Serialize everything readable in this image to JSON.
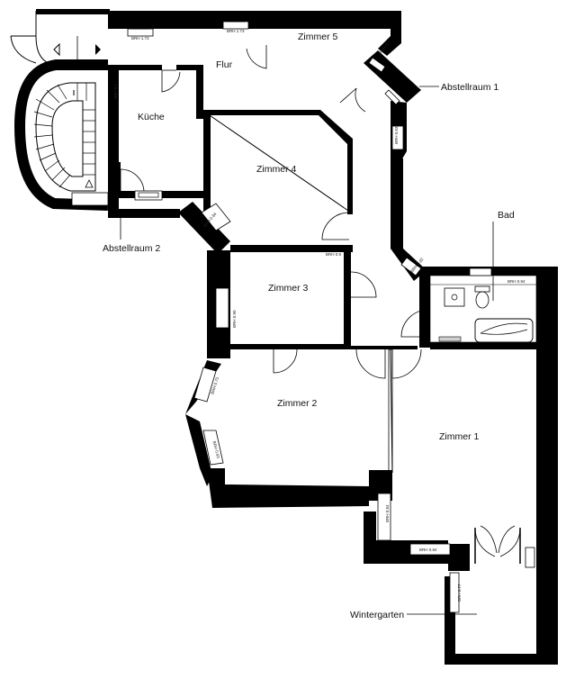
{
  "rooms": {
    "flur": "Flur",
    "zimmer5": "Zimmer 5",
    "kueche": "Küche",
    "zimmer4": "Zimmer 4",
    "zimmer3": "Zimmer 3",
    "zimmer2": "Zimmer 2",
    "zimmer1": "Zimmer 1",
    "bad": "Bad",
    "abstellraum1": "Abstellraum 1",
    "abstellraum2": "Abstellraum 2",
    "wintergarten": "Wintergarten"
  },
  "window_notes": {
    "n1": "BRH 1.73",
    "n2": "BRH 1.73",
    "n3": "BRH 0.63",
    "n4": "BRH 0.94",
    "n5": "BRH 0.92",
    "n6": "BRH 0.90",
    "n7": "BRH 0.75",
    "n8": "BRH 0.93",
    "n9": "BRH 0.84",
    "n10": "BRH 0.84",
    "n11": "BRH 0.77",
    "n12": "BRH 0.94",
    "n13": "BRH 0.9",
    "n14": "BRH 0.1",
    "n15": "BRH 0.7"
  }
}
